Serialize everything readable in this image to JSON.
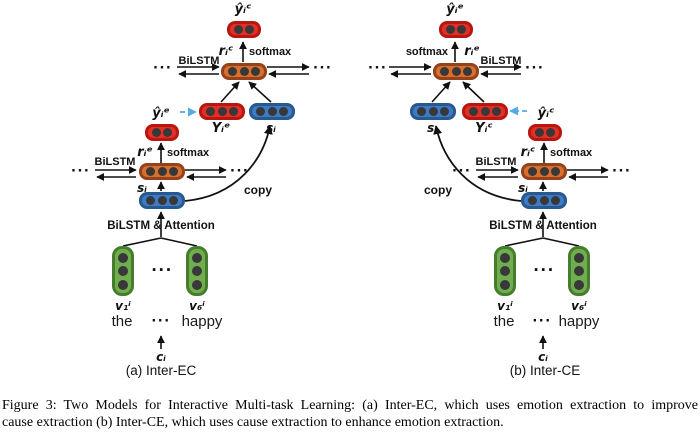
{
  "palette": {
    "node_red_fill": "#e23028",
    "node_red_border": "#b7170f",
    "node_orange_fill": "#d76f2f",
    "node_orange_border": "#93421c",
    "node_blue_fill": "#3e7bc4",
    "node_blue_border": "#27588f",
    "node_green_fill": "#70ad4e",
    "node_green_border": "#467d2c",
    "dot_color": "#383838",
    "dashed_arrow_color": "#56aae8",
    "arrow_color": "#111111"
  },
  "caption": {
    "line1": "Figure 3: Two Models for Interactive Multi-task Learning: (a) Inter-EC, which uses emotion extraction to improve",
    "line2": "cause extraction (b) Inter-CE, which uses cause extraction to enhance emotion extraction."
  },
  "panels": [
    {
      "name": "(a) Inter-EC",
      "top": {
        "pred": "ŷᵢᶜ",
        "r": "rᵢᶜ",
        "softmax": "softmax",
        "bilstm": "BiLSTM",
        "dots_left": "···",
        "dots_right": "···"
      },
      "mid": {
        "pred": "ŷᵢᵉ",
        "embedding": "Yᵢᵉ",
        "s": "sᵢ",
        "copy": "copy"
      },
      "low": {
        "r": "rᵢᵉ",
        "softmax": "softmax",
        "bilstm": "BiLSTM",
        "s": "sᵢ",
        "dots_left": "···",
        "dots_right": "···"
      },
      "encoder": {
        "label": "BiLSTM & Attention",
        "dots": "···",
        "v_first": "v₁ⁱ",
        "v_last": "v₆ⁱ",
        "word_first": "the",
        "word_dots": "···",
        "word_last": "happy",
        "clause": "cᵢ"
      }
    },
    {
      "name": "(b) Inter-CE",
      "top": {
        "pred": "ŷᵢᵉ",
        "r": "rᵢᵉ",
        "softmax": "softmax",
        "bilstm": "BiLSTM",
        "dots_left": "···",
        "dots_right": "···"
      },
      "mid": {
        "pred": "ŷᵢᶜ",
        "embedding": "Yᵢᶜ",
        "s": "sᵢ",
        "copy": "copy"
      },
      "low": {
        "r": "rᵢᶜ",
        "softmax": "softmax",
        "bilstm": "BiLSTM",
        "s": "sᵢ",
        "dots_left": "···",
        "dots_right": "···"
      },
      "encoder": {
        "label": "BiLSTM & Attention",
        "dots": "···",
        "v_first": "v₁ⁱ",
        "v_last": "v₆ⁱ",
        "word_first": "the",
        "word_dots": "···",
        "word_last": "happy",
        "clause": "cᵢ"
      }
    }
  ]
}
